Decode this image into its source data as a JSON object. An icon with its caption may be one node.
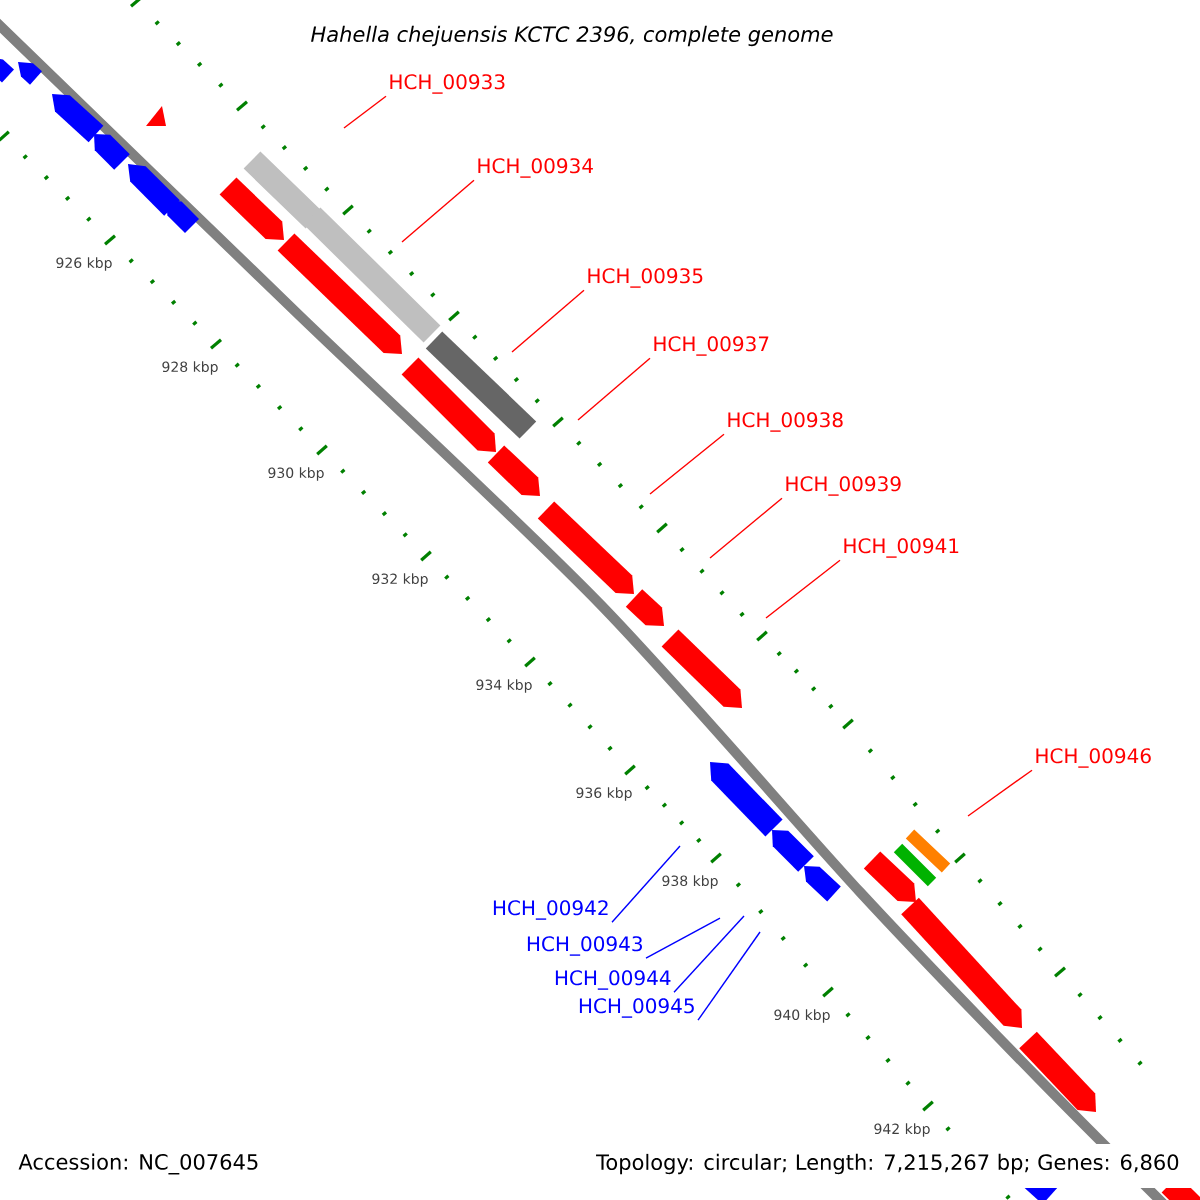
{
  "diagram": {
    "title": "*Hahella chejuensis* *KCTC 2396, complete genome*",
    "nodes": [
      {
        "text": [
          "HCH_00933"
        ]
      },
      {
        "text": [
          "HCH_00934"
        ]
      },
      {
        "text": [
          "HCH_00935"
        ]
      },
      {
        "text": [
          "HCH_00937"
        ]
      },
      {
        "text": [
          "HCH_00938"
        ]
      },
      {
        "text": [
          "HCH_00939"
        ]
      },
      {
        "text": [
          "HCH_00941"
        ]
      },
      {
        "text": [
          "HCH_00946"
        ]
      },
      {
        "text": [
          "HCH_00942"
        ]
      },
      {
        "text": [
          "HCH_00943"
        ]
      },
      {
        "text": [
          "HCH_00944"
        ]
      },
      {
        "text": [
          "HCH_00945"
        ]
      }
    ],
    "edges": [
      {
        "from": 0,
        "to": null,
        "arrow": "none"
      },
      {
        "from": 1,
        "to": null,
        "arrow": "none"
      },
      {
        "from": 2,
        "to": null,
        "arrow": "none"
      },
      {
        "from": 3,
        "to": null,
        "arrow": "none"
      },
      {
        "from": 4,
        "to": null,
        "arrow": "none"
      },
      {
        "from": 5,
        "to": null,
        "arrow": "none"
      },
      {
        "from": 6,
        "to": null,
        "arrow": "none"
      },
      {
        "from": 7,
        "to": null,
        "arrow": "none"
      },
      {
        "from": 8,
        "to": null,
        "arrow": "none",
        "color": "#0000ff"
      },
      {
        "from": 9,
        "to": null,
        "arrow": "none",
        "color": "#0000ff"
      },
      {
        "from": 10,
        "to": null,
        "arrow": "none",
        "color": "#0000ff"
      },
      {
        "from": 11,
        "to": null,
        "arrow": "none",
        "color": "#0000ff"
      }
    ],
    "labels": [
      "926 kbp",
      "928 kbp",
      "930 kbp",
      "932 kbp",
      "934 kbp",
      "936 kbp",
      "938 kbp",
      "940 kbp",
      "942 kbp",
      "Accession: NC_007645",
      "Topology: circular; Length: 7,215,267 bp; Genes: 6,860"
    ]
  }
}
